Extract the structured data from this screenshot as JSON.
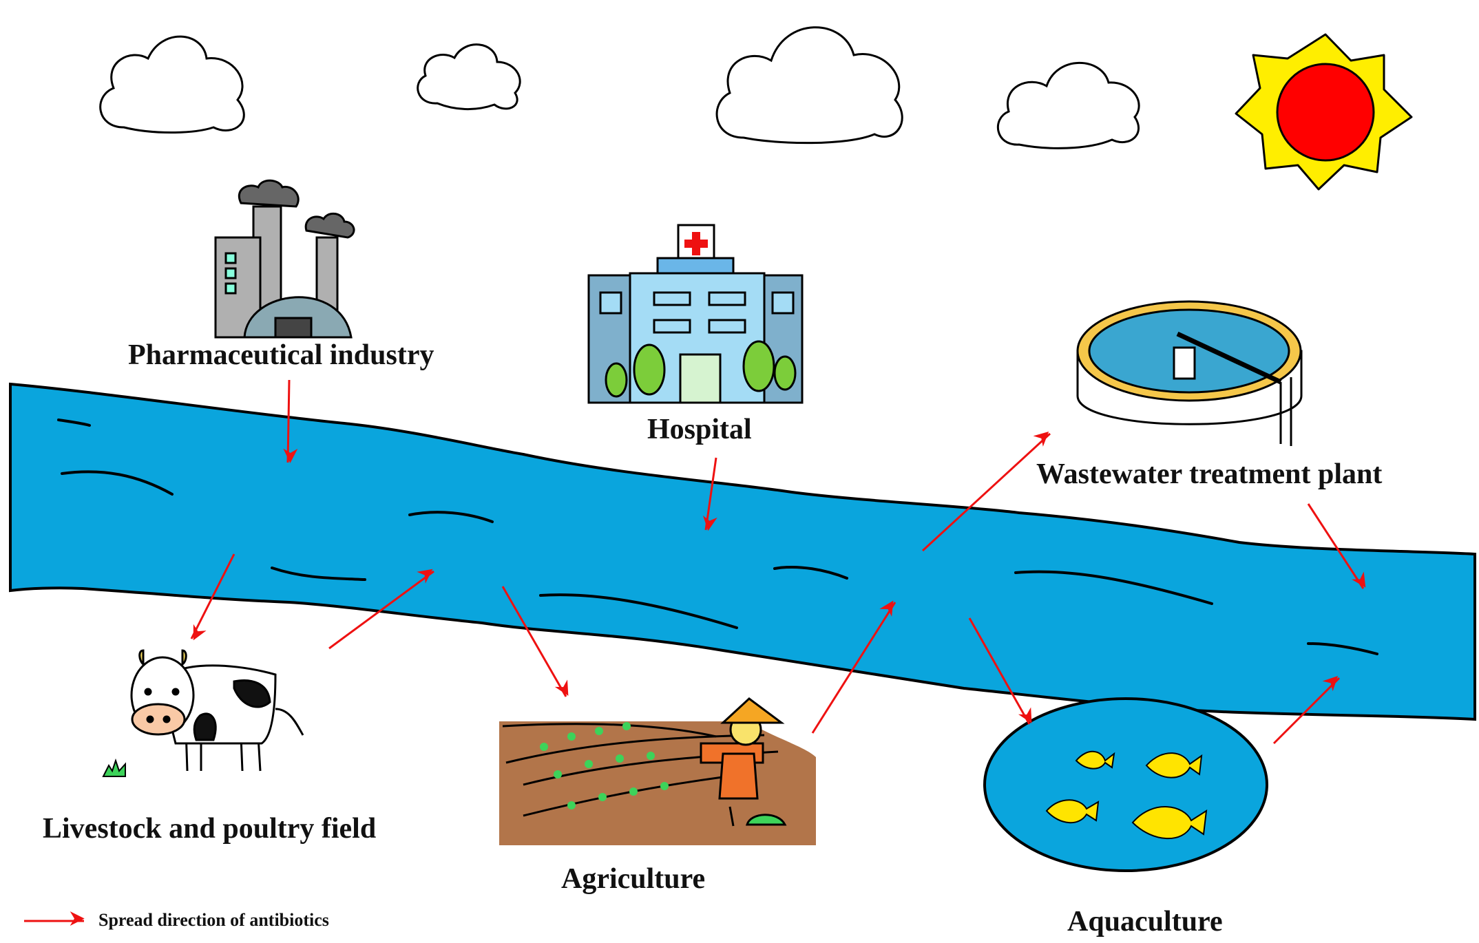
{
  "labels": {
    "pharma": "Pharmaceutical industry",
    "hospital": "Hospital",
    "wwtp": "Wastewater treatment plant",
    "livestock": "Livestock and poultry field",
    "agriculture": "Agriculture",
    "aquaculture": "Aquaculture"
  },
  "legend": {
    "label": "Spread direction of antibiotics"
  },
  "colors": {
    "river": "#0aa5dd",
    "arrow": "#ee1111",
    "sun_core": "#ff0000",
    "sun_rays": "#ffee00",
    "field": "#b2754a",
    "pond": "#0aa5dd"
  }
}
